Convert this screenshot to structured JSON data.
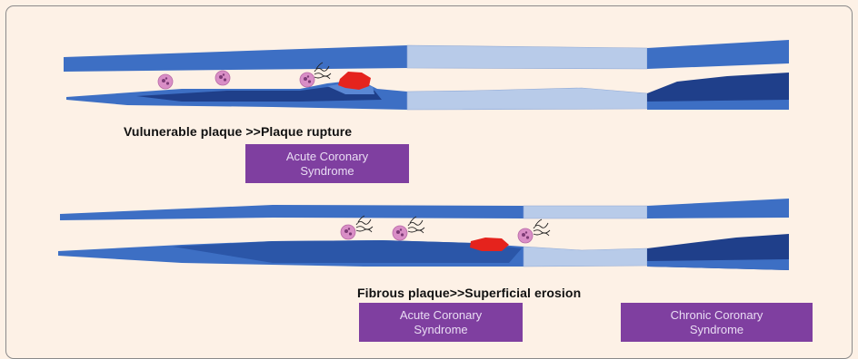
{
  "colors": {
    "vessel_wall": "#3d6fc4",
    "vessel_wall_dark": "#1f3f8a",
    "narrowed_segment": "#b8cbe9",
    "thrombus": "#e5231d",
    "cell": "#d98ec6",
    "syndrome_box": "#7f3fa0",
    "syndrome_text": "#e9dcf3",
    "background": "#fdf1e6"
  },
  "icons": [
    "inflammatory-cell-icon",
    "thrombus-icon"
  ],
  "top_panel": {
    "caption": "Vulunerable plaque >>Plaque rupture",
    "outcome_box": {
      "line1": "Acute Coronary",
      "line2": "Syndrome"
    }
  },
  "bottom_panel": {
    "caption": "Fibrous plaque>>Superficial erosion",
    "outcome_boxes": [
      {
        "line1": "Acute Coronary",
        "line2": "Syndrome"
      },
      {
        "line1": "Chronic Coronary",
        "line2": "Syndrome"
      }
    ]
  }
}
